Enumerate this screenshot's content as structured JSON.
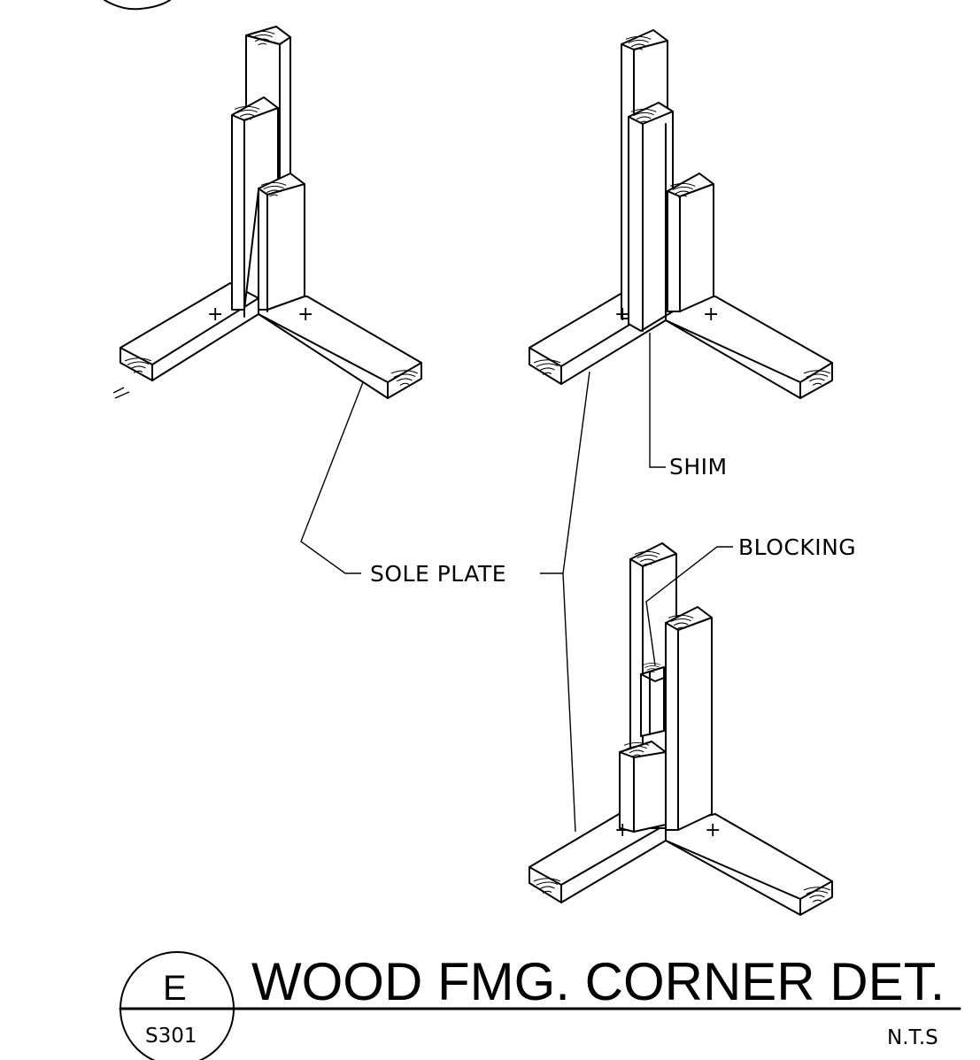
{
  "title": {
    "text": "WOOD FMG. CORNER DET."
  },
  "scale_note": {
    "text": "N.T.S"
  },
  "detail_marker": {
    "letter": "E",
    "sheet": "S301"
  },
  "labels": {
    "sole_plate": "SOLE PLATE",
    "shim": "SHIM",
    "blocking": "BLOCKING"
  },
  "nail_mark": "+"
}
